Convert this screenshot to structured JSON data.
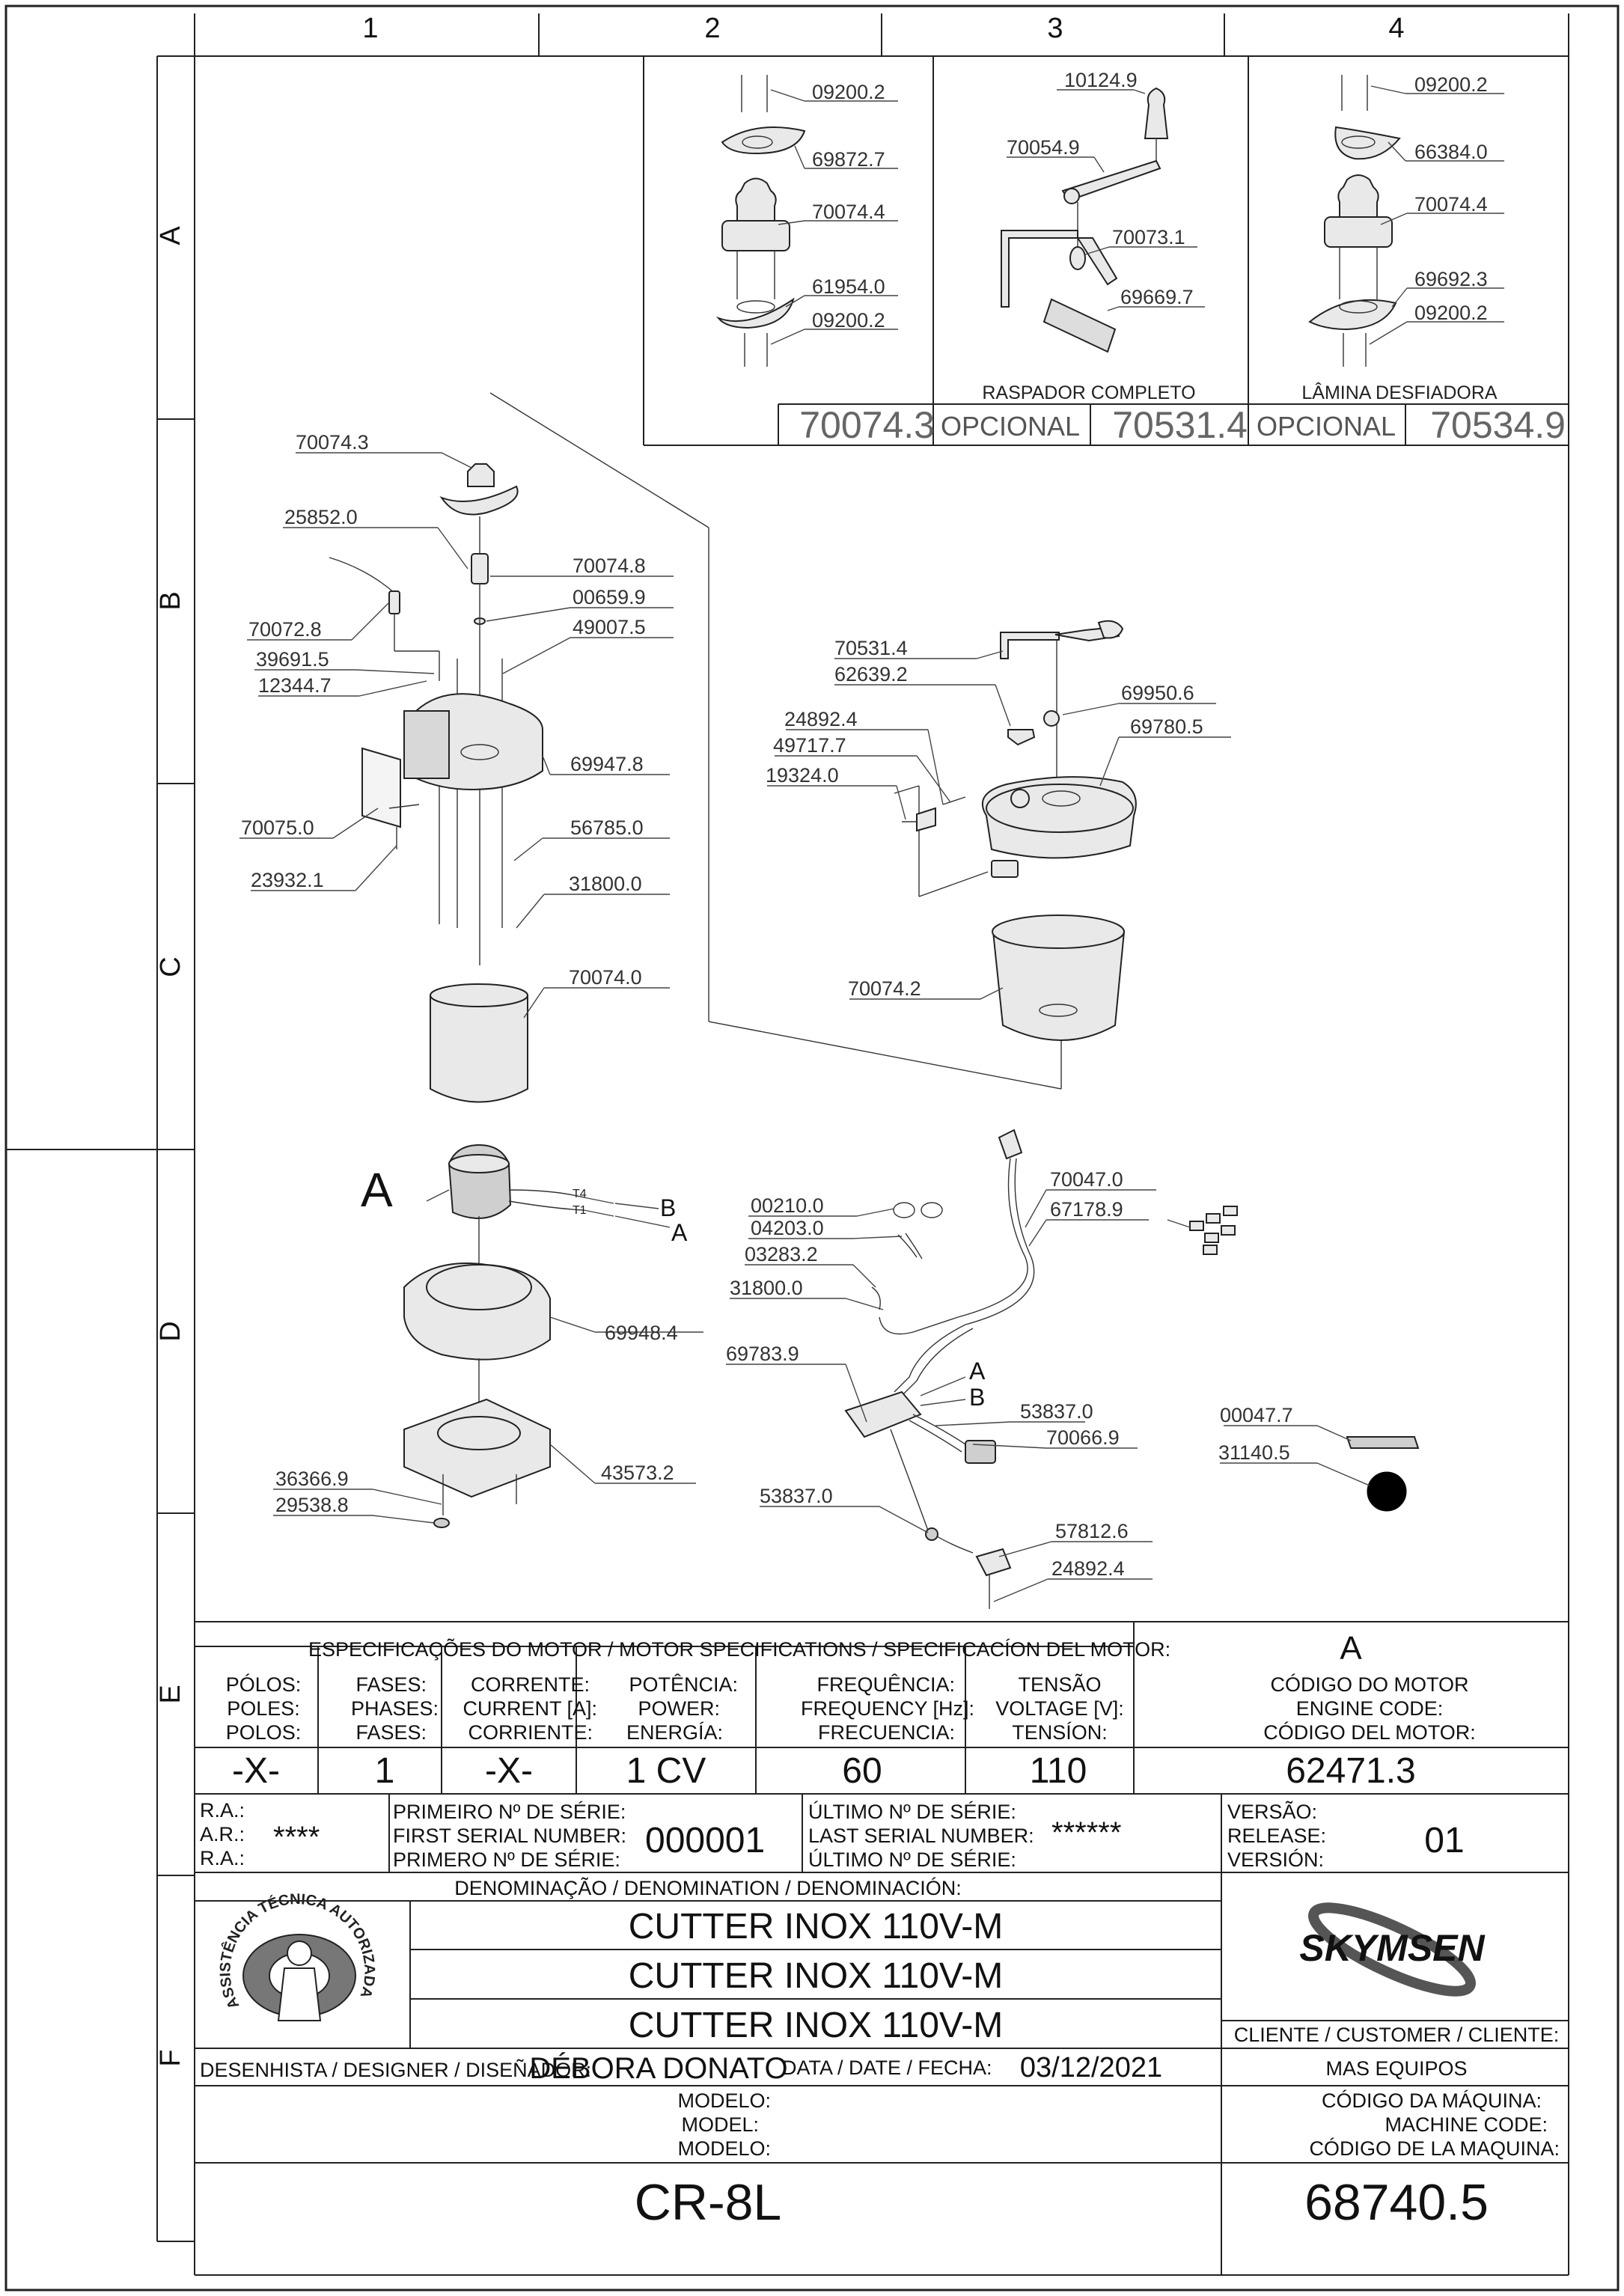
{
  "grid": {
    "columns": [
      "1",
      "2",
      "3",
      "4"
    ],
    "rows": [
      "A",
      "B",
      "C",
      "D",
      "E",
      "F"
    ]
  },
  "options": {
    "kit_a": {
      "code": "70074.3",
      "parts": [
        "09200.2",
        "69872.7",
        "70074.4",
        "61954.0",
        "09200.2"
      ]
    },
    "kit_b": {
      "title": "RASPADOR  COMPLETO",
      "opt": "OPCIONAL",
      "code": "70531.4",
      "parts": [
        "10124.9",
        "70054.9",
        "70073.1",
        "69669.7"
      ]
    },
    "kit_c": {
      "title": "LÂMINA   DESFIADORA",
      "opt": "OPCIONAL",
      "code": "70534.9",
      "parts": [
        "09200.2",
        "66384.0",
        "70074.4",
        "69692.3",
        "09200.2"
      ]
    }
  },
  "callouts": {
    "blade": [
      "70074.3",
      "25852.0",
      "70074.8",
      "00659.9",
      "49007.5",
      "70072.8",
      "39691.5",
      "12344.7",
      "69947.8",
      "70075.0",
      "56785.0",
      "23932.1",
      "31800.0",
      "70074.0"
    ],
    "lid": [
      "70531.4",
      "62639.2",
      "69950.6",
      "24892.4",
      "69780.5",
      "49717.7",
      "19324.0",
      "70074.2"
    ],
    "motor": {
      "letter": "A",
      "t4": "T4",
      "t1": "T1",
      "b": "B",
      "a": "A",
      "parts": [
        "69948.4",
        "36366.9",
        "29538.8",
        "43573.2"
      ]
    },
    "electrical": {
      "a": "A",
      "b": "B",
      "parts": [
        "00210.0",
        "70047.0",
        "04203.0",
        "67178.9",
        "03283.2",
        "31800.0",
        "69783.9",
        "53837.0",
        "70066.9",
        "53837.0",
        "57812.6",
        "24892.4"
      ]
    },
    "misc": [
      "00047.7",
      "31140.5"
    ]
  },
  "specs": {
    "title": "ESPECIFICAÇÕES DO MOTOR / MOTOR SPECIFICATIONS / SPECIFICACÍON DEL MOTOR:",
    "motor_letter": "A",
    "headers": [
      [
        "PÓLOS:",
        "POLES:",
        "POLOS:"
      ],
      [
        "FASES:",
        "PHASES:",
        "FASES:"
      ],
      [
        "CORRENTE:",
        "CURRENT [A]:",
        "CORRIENTE:"
      ],
      [
        "POTÊNCIA:",
        "POWER:",
        "ENERGÍA:"
      ],
      [
        "FREQUÊNCIA:",
        "FREQUENCY [Hz]:",
        "FRECUENCIA:"
      ],
      [
        "TENSÃO",
        "VOLTAGE [V]:",
        "TENSÍON:"
      ],
      [
        "CÓDIGO DO MOTOR",
        "ENGINE CODE:",
        "CÓDIGO DEL MOTOR:"
      ]
    ],
    "values": [
      "-X-",
      "1",
      "-X-",
      "1 CV",
      "60",
      "110",
      "62471.3"
    ]
  },
  "serial": {
    "ra_labels": [
      "R.A.:",
      "A.R.:",
      "R.A.:"
    ],
    "ra_value": "****",
    "first_labels": [
      "PRIMEIRO Nº DE SÉRIE:",
      "FIRST SERIAL NUMBER:",
      "PRIMERO Nº DE SÉRIE:"
    ],
    "first_value": "000001",
    "last_labels": [
      "ÚLTIMO Nº DE SÉRIE:",
      "LAST SERIAL NUMBER:",
      "ÚLTIMO Nº DE SÉRIE:"
    ],
    "last_value": "******",
    "version_labels": [
      "VERSÃO:",
      "RELEASE:",
      "VERSIÓN:"
    ],
    "version_value": "01"
  },
  "denomination": {
    "header": "DENOMINAÇÃO / DENOMINATION / DENOMINACIÓN:",
    "lines": [
      "CUTTER INOX 110V-M",
      "CUTTER INOX 110V-M",
      "CUTTER INOX 110V-M"
    ]
  },
  "seal": {
    "text": "ASSISTÊNCIA TÉCNICA AUTORIZADA"
  },
  "brand": {
    "name": "SKYMSEN"
  },
  "client": {
    "label": "CLIENTE / CUSTOMER / CLIENTE:",
    "value": "MAS EQUIPOS"
  },
  "designer": {
    "label": "DESENHISTA / DESIGNER / DISEÑADOR:",
    "value": "DÉBORA DONATO"
  },
  "date": {
    "label": "DATA / DATE / FECHA:",
    "value": "03/12/2021"
  },
  "model": {
    "labels": [
      "MODELO:",
      "MODEL:",
      "MODELO:"
    ],
    "value": "CR-8L"
  },
  "machine_code": {
    "labels": [
      "CÓDIGO DA MÁQUINA:",
      "MACHINE CODE:",
      "CÓDIGO DE LA MAQUINA:"
    ],
    "value": "68740.5"
  }
}
